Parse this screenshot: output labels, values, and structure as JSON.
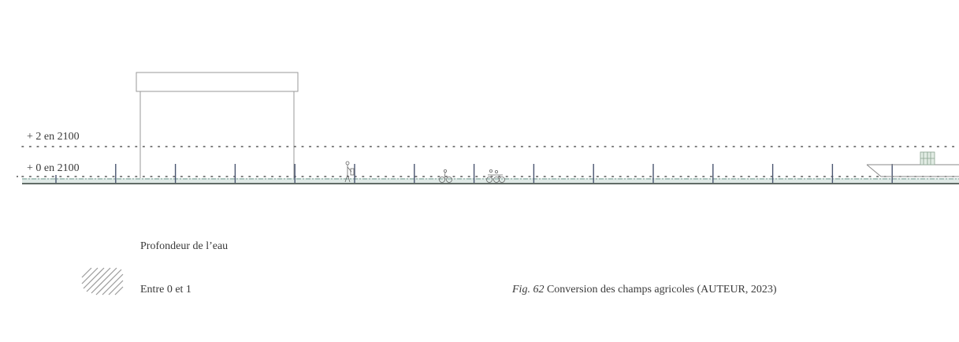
{
  "levels": {
    "plus2": "+ 2 en 2100",
    "plus0": "+ 0 en 2100"
  },
  "legend": {
    "title": "Profondeur de l’eau",
    "item_label": "Entre 0 et 1"
  },
  "caption": {
    "fig_label": "Fig. 62",
    "text": "Conversion des champs agricoles (AUTEUR, 2023)"
  },
  "colors": {
    "line": "#9a9a9a",
    "dots": "#555555",
    "water": "#8fb0a8",
    "ground": "#2f3b35",
    "hatch": "#9a9a9a"
  }
}
